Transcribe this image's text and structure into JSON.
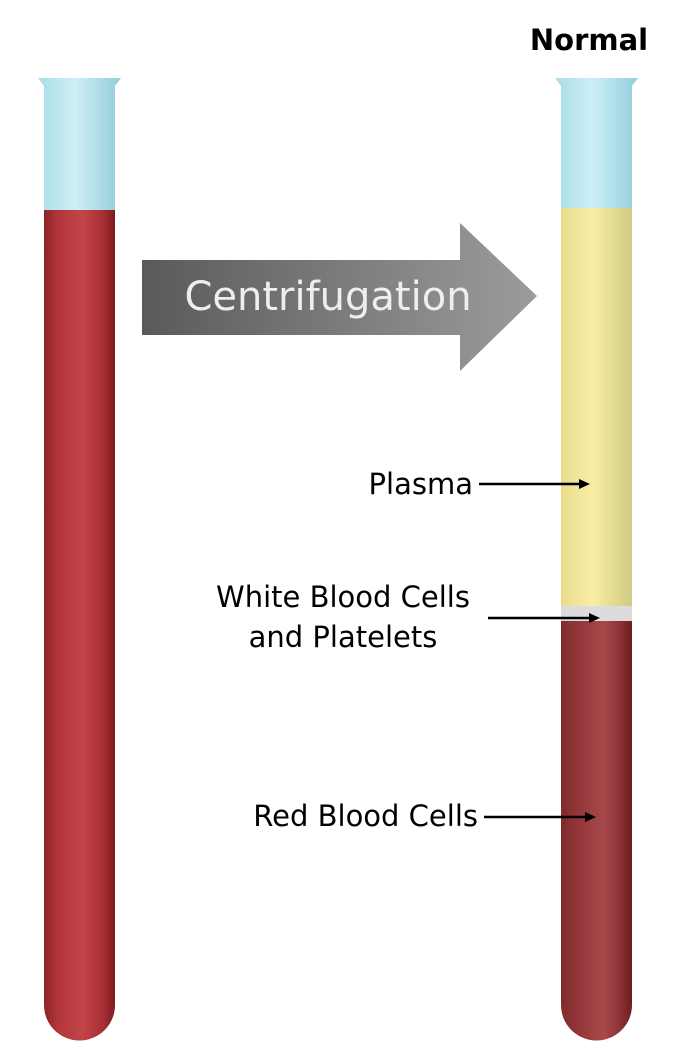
{
  "title": "Normal",
  "process_label": "Centrifugation",
  "layers": {
    "plasma": "Plasma",
    "buffy_line1": "White Blood Cells",
    "buffy_line2": "and Platelets",
    "rbc": "Red Blood Cells"
  },
  "colors": {
    "cap": "#bde9f1",
    "blood": "#b2373b",
    "plasma": "#f5e79c",
    "buffy_coat": "#dcdcdc",
    "arrow": "#707070"
  }
}
